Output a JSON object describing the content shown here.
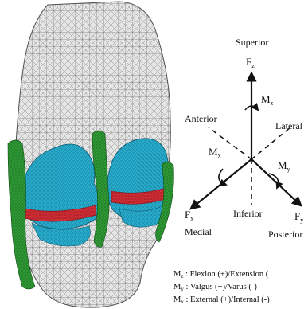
{
  "axes": {
    "superior": "Superior",
    "anterior": "Anterior",
    "lateral": "Lateral",
    "inferior": "Inferior",
    "medial": "Medial",
    "posterior": "Posterior",
    "fz": "F",
    "fz_sub": "z",
    "fx": "F",
    "fx_sub": "x",
    "fy": "F",
    "fy_sub": "y",
    "mz": "M",
    "mz_sub": "z",
    "mx": "M",
    "mx_sub": "x",
    "my": "M",
    "my_sub": "y"
  },
  "legend": [
    {
      "sym": "M",
      "sub": "z",
      "text": ": Flexion (+)/Extension ("
    },
    {
      "sym": "M",
      "sub": "y",
      "text": ": Valgus (+)/Varus (-)"
    },
    {
      "sym": "M",
      "sub": "x",
      "text": ": External (+)/Internal (-)"
    }
  ],
  "colors": {
    "mesh": "#9a9a9a",
    "cartilage": "#27a9c9",
    "meniscus_band": "#d8323a",
    "ligament": "#2f8f2f"
  }
}
